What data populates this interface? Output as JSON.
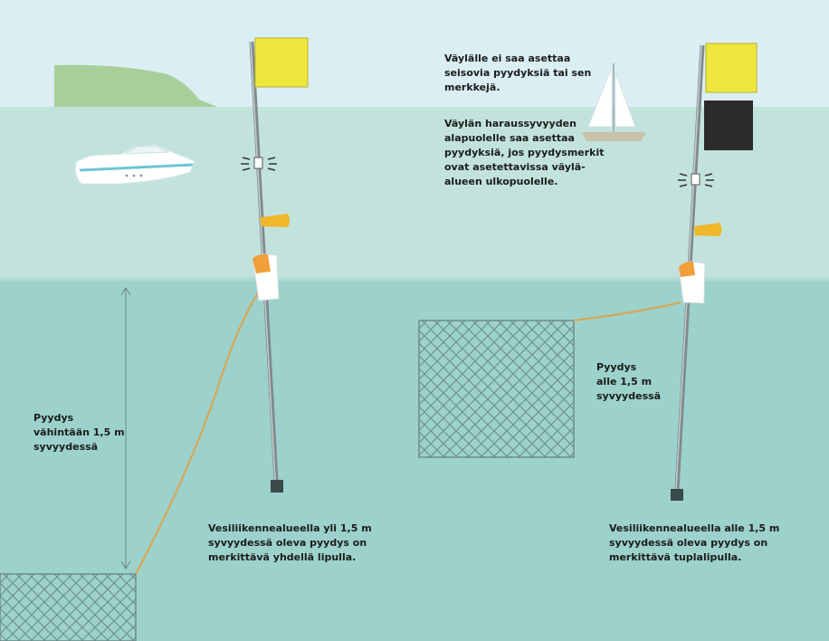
{
  "colors": {
    "sky": "#daeef3",
    "water_surface": "#c2e3dc",
    "underwater": "#9cd2cb",
    "flag_yellow": "#eee73d",
    "flag_black": "#2b2b2b",
    "rope": "#d6a85a",
    "net": "#6c8c8a",
    "pole": "#7f8a8c"
  },
  "icons": {
    "land": "hill-icon",
    "motorboat": "motorboat-icon",
    "sailboat": "sailboat-icon"
  },
  "text": {
    "top_note_1": "Väylälle ei saa asettaa\nseisovia pyydyksiä tai sen\nmerkkejä.",
    "top_note_2": "Väylän haraussyvyyden\nalapuolelle saa asettaa\npyydyksiä, jos pyydysmerkit\novat asetettavissa väylä-\nalueen ulkopuolelle.",
    "depth_left": "Pyydys\nvähintään 1,5 m\nsyvyydessä",
    "depth_right": "Pyydys\nalle 1,5 m\nsyvyydessä",
    "caption_left": "Vesiliikennealueella yli 1,5 m\nsyvyydessä oleva pyydys on\nmerkittävä yhdellä lipulla.",
    "caption_right": "Vesiliikennealueella alle 1,5 m\nsyvyydessä oleva pyydys on\nmerkittävä tuplalipulla."
  }
}
